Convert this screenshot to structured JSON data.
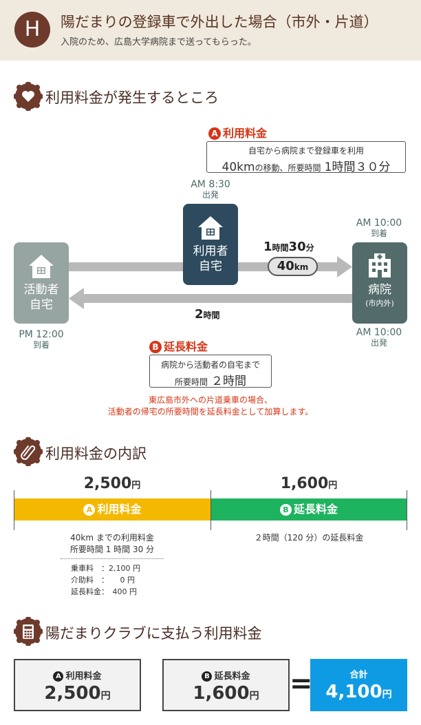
{
  "header": {
    "badge": "H",
    "title": "陽だまりの登録車で外出した場合（市外・片道）",
    "subtitle": "入院のため、広島大学病院まで送ってもらった。"
  },
  "section1": {
    "title": "利用料金が発生するところ",
    "icon": "heart-icon"
  },
  "fee_a": {
    "circle": "A",
    "label": "利用料金",
    "line1": "自宅から病院まで登録車を利用",
    "line2_big1": "40km",
    "line2_small": "の移動、所要時間",
    "line2_big2": "1時間３０分"
  },
  "user_home": {
    "time": "AM 8:30",
    "time_label": "出発",
    "line1": "利用者",
    "line2": "自宅"
  },
  "staff_home": {
    "time": "PM 12:00",
    "time_label": "到着",
    "line1": "活動者",
    "line2": "自宅"
  },
  "hospital": {
    "time_top": "AM 10:00",
    "time_top_label": "到着",
    "time_bottom": "AM 10:00",
    "time_bottom_label": "出発",
    "line1": "病院",
    "line2": "(市内外)"
  },
  "route": {
    "forward_h": "1",
    "forward_h_unit": "時間",
    "forward_m": "30",
    "forward_m_unit": "分",
    "distance": "40",
    "distance_unit": "km",
    "return_h": "2",
    "return_h_unit": "時間"
  },
  "fee_b": {
    "circle": "B",
    "label": "延長料金",
    "line1": "病院から活動者の自宅まで",
    "line2_small": "所要時間",
    "line2_big": "２時間"
  },
  "note": {
    "line1": "東広島市外への片道乗車の場合、",
    "line2": "活動者の帰宅の所要時間を延長料金として加算します。"
  },
  "section2": {
    "title": "利用料金の内訳",
    "icon": "paperclip-icon"
  },
  "breakdown": {
    "a_amount": "2,500",
    "a_unit": "円",
    "a_circle": "A",
    "a_label": "利用料金",
    "a_desc1": "40km までの利用料金",
    "a_desc2": "所要時間 1 時間 30 分",
    "rows": [
      "乗車料　：2,100 円",
      "介助料　：　　0 円",
      "延長料金：　400 円"
    ],
    "b_amount": "1,600",
    "b_unit": "円",
    "b_circle": "B",
    "b_label": "延長料金",
    "b_desc": "２時間（120 分）の延長料金"
  },
  "section3": {
    "title": "陽だまりクラブに支払う利用料金",
    "icon": "calculator-icon"
  },
  "totals": {
    "a_circle": "A",
    "a_label": "利用料金",
    "a_value": "2,500",
    "a_unit": "円",
    "b_circle": "B",
    "b_label": "延長料金",
    "b_value": "1,600",
    "b_unit": "円",
    "equals": "=",
    "sum_label": "合計",
    "sum_value": "4,100",
    "sum_unit": "円"
  },
  "colors": {
    "brown": "#6e3a2c",
    "red": "#d63516",
    "navy": "#2d4a5e",
    "teal": "#536b6a",
    "gray_house": "#96a4a2",
    "yellow": "#f4b800",
    "green": "#1eb35f",
    "blue": "#0f9be3"
  }
}
